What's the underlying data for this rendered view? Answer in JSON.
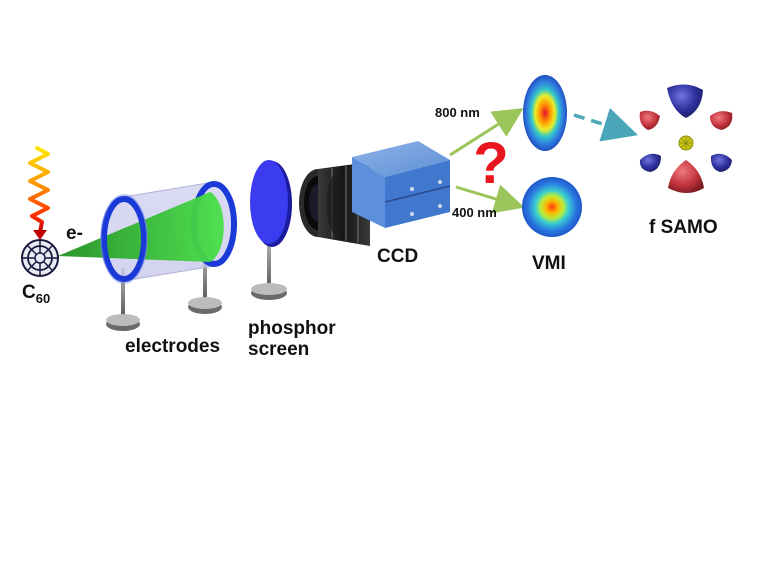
{
  "labels": {
    "c60_base": "C",
    "c60_sub": "60",
    "electron": "e-",
    "electrodes": "electrodes",
    "phosphor_line1": "phosphor",
    "phosphor_line2": "screen",
    "ccd": "CCD",
    "vmi": "VMI",
    "wl_800": "800 nm",
    "wl_400": "400 nm",
    "fsamo": "f SAMO",
    "question": "?"
  },
  "colors": {
    "laser_gradient": [
      "#ffd400",
      "#ff8a00",
      "#ff2a00",
      "#d01010"
    ],
    "electron_cone": "#2bc82b",
    "electrode_ring": "#1a3ad8",
    "phosphor": "#3b3bf0",
    "camera_body": "#4f88d8",
    "arrow_green": "#9bc45a",
    "arrow_teal": "#4aa6b8",
    "question_red": "#e8141e",
    "orbital_blue": "#2c2f9a",
    "orbital_red": "#c2323c",
    "nucleus": "#c8c814"
  },
  "icons": [
    "laser-wave-icon",
    "c60-molecule-icon",
    "camera-icon",
    "question-mark-icon"
  ]
}
